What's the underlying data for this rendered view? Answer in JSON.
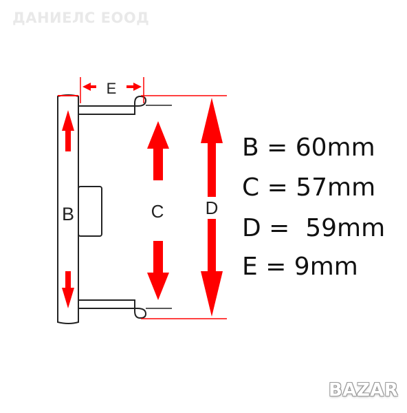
{
  "watermark": "ДАНИЕЛС ЕООД",
  "logo": "BAZAR",
  "labels": {
    "b": "B",
    "c": "C",
    "d": "D",
    "e": "E"
  },
  "specs": [
    {
      "letter": "B",
      "text": "B = 60mm"
    },
    {
      "letter": "C",
      "text": "C = 57mm"
    },
    {
      "letter": "D",
      "text": "D =  59mm"
    },
    {
      "letter": "E",
      "text": "E = 9mm"
    }
  ],
  "colors": {
    "arrow": "#ff0000",
    "outline": "#222222",
    "text": "#111111"
  }
}
